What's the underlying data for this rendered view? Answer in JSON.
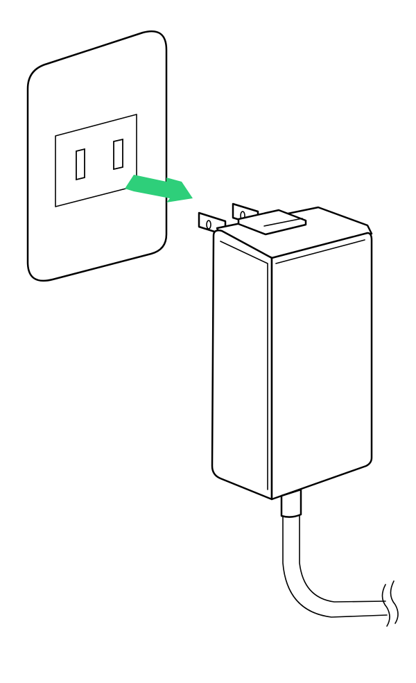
{
  "illustration": {
    "subject": "ac-adapter-plug-into-wall-outlet",
    "colors": {
      "outline": "#000000",
      "fill": "#ffffff",
      "arrow": "#2ecf7a",
      "background": "#ffffff"
    },
    "parts": [
      "wall-outlet",
      "insert-arrow",
      "ac-adapter",
      "power-cord"
    ]
  }
}
